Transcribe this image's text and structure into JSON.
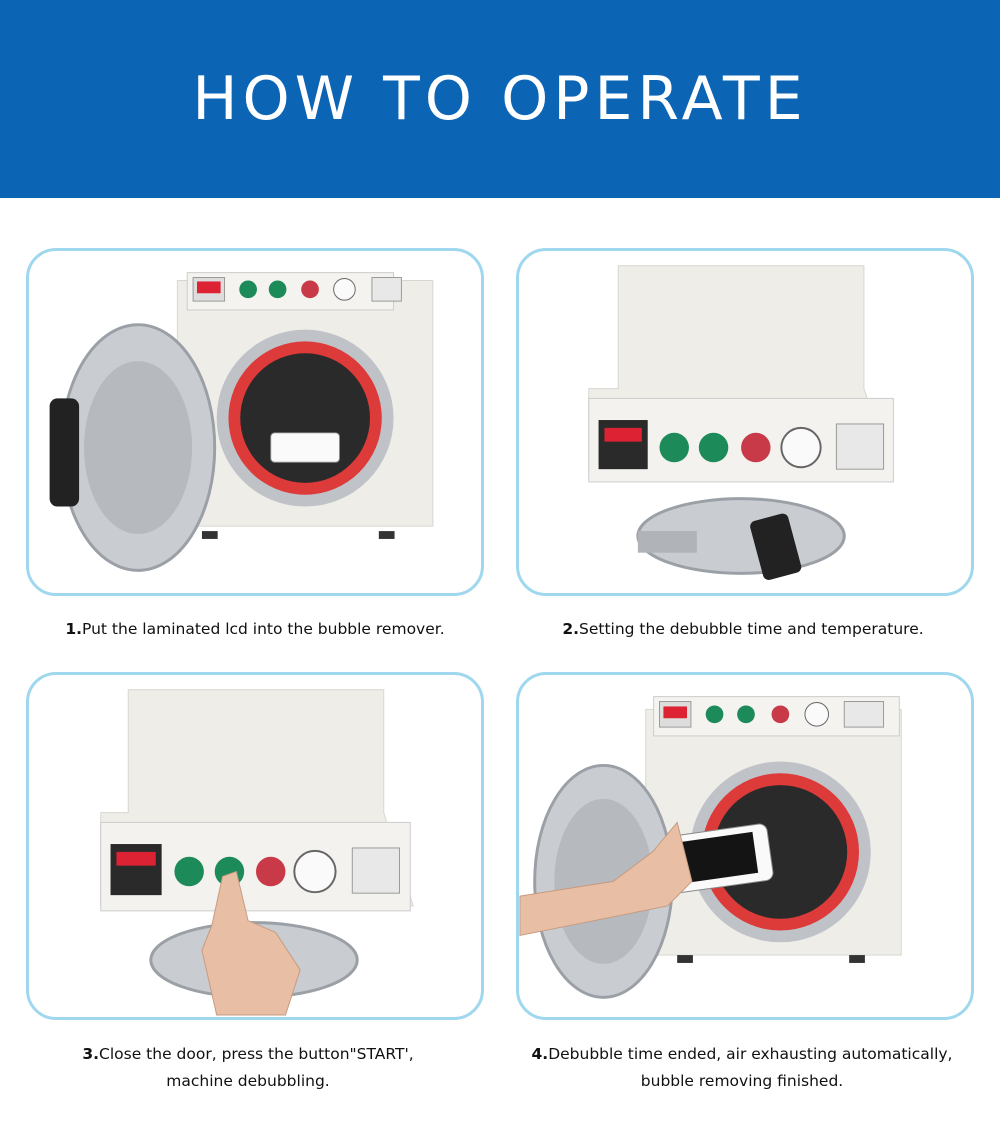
{
  "header": {
    "title": "HOW TO OPERATE"
  },
  "steps": [
    {
      "num": "1.",
      "text": "Put the laminated lcd into the bubble remover.",
      "text2": ""
    },
    {
      "num": "2.",
      "text": "Setting the debubble time and temperature.",
      "text2": ""
    },
    {
      "num": "3.",
      "text": "Close the door, press the button\"START',",
      "text2": "machine debubbling."
    },
    {
      "num": "4.",
      "text": "Debubble time ended, air exhausting automatically,",
      "text2": "bubble removing finished."
    }
  ],
  "colors": {
    "banner": "#0b64b4",
    "card_border": "#9fd8ee"
  },
  "icons": [
    "thermometer-display",
    "temperature-button",
    "activate-button",
    "power-button",
    "pressure-gauge",
    "timer-display"
  ]
}
